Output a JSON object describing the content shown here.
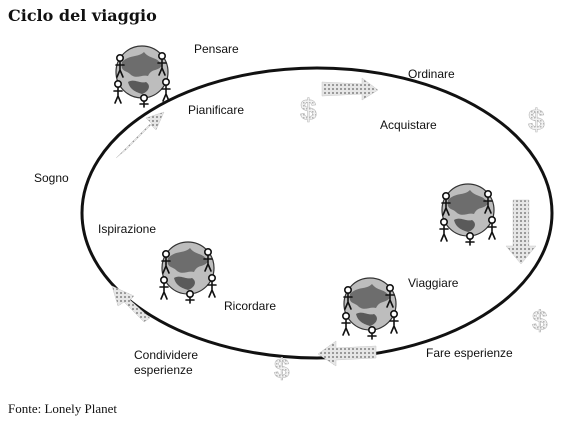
{
  "title": "Ciclo del viaggio",
  "source": "Fonte: Lonely Planet",
  "stages": {
    "pensare": "Pensare",
    "ordinare": "Ordinare",
    "pianificare": "Pianificare",
    "acquistare": "Acquistare",
    "sogno": "Sogno",
    "ispirazione": "Ispirazione",
    "viaggiare": "Viaggiare",
    "ricordare": "Ricordare",
    "fare_esperienze": "Fare esperienze",
    "condividere_line1": "Condividere",
    "condividere_line2": "esperienze"
  },
  "symbols": {
    "currency": "$"
  },
  "icons": [
    "globe-people-icon",
    "dollar-icon",
    "arrow-icon"
  ]
}
